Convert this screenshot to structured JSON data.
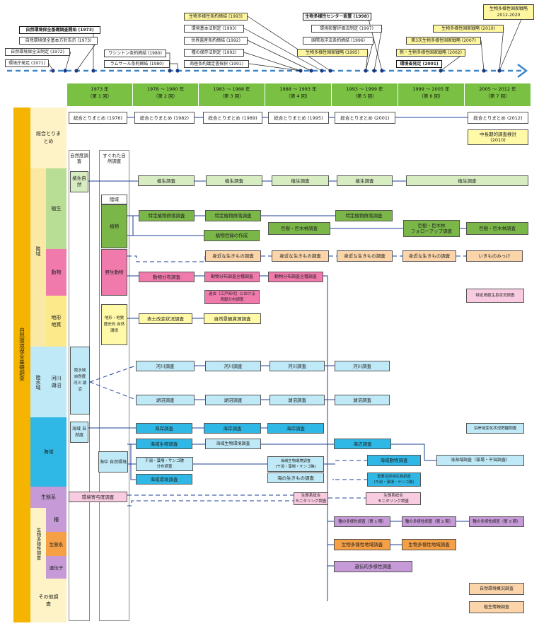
{
  "timeline_events": [
    {
      "id": "e1",
      "label": "環境庁発足 (1971)",
      "bold": false,
      "yellow": false
    },
    {
      "id": "e2",
      "label": "自然環境保全法制定 (1972)",
      "bold": false,
      "yellow": false
    },
    {
      "id": "e3",
      "label": "自然環境保全基本方針告示 (1973)",
      "bold": false,
      "yellow": false
    },
    {
      "id": "e4",
      "label": "自然環境保全基礎調査開始 (1973)",
      "bold": true,
      "yellow": false
    },
    {
      "id": "e5",
      "label": "ワシントン条約締結 (1980)",
      "bold": false,
      "yellow": false
    },
    {
      "id": "e6",
      "label": "ラムサール条約締結 (1980)",
      "bold": false,
      "yellow": false
    },
    {
      "id": "e7",
      "label": "生物多様性条約締結 (1993)",
      "bold": false,
      "yellow": true
    },
    {
      "id": "e8",
      "label": "環境基本法制定 (1993)",
      "bold": false,
      "yellow": false
    },
    {
      "id": "e9",
      "label": "世界遺産条約締結 (1992)",
      "bold": false,
      "yellow": false
    },
    {
      "id": "e10",
      "label": "種の保存法制定 (1992)",
      "bold": false,
      "yellow": false
    },
    {
      "id": "e11",
      "label": "南極条約議定書採択 (1991)",
      "bold": false,
      "yellow": false
    },
    {
      "id": "e12",
      "label": "生物多様性センター設置 (1998)",
      "bold": true,
      "yellow": false
    },
    {
      "id": "e13",
      "label": "環境影響評価法制定 (1997)",
      "bold": false,
      "yellow": false
    },
    {
      "id": "e14",
      "label": "国際海洋法条約締結 (1996)",
      "bold": false,
      "yellow": false
    },
    {
      "id": "e15",
      "label": "生物多様性国家戦略 (1995)",
      "bold": false,
      "yellow": true
    },
    {
      "id": "e16",
      "label": "第3次生物多様性国家戦略 (2007)",
      "bold": false,
      "yellow": true
    },
    {
      "id": "e17",
      "label": "新・生物多様性国家戦略 (2002)",
      "bold": false,
      "yellow": true
    },
    {
      "id": "e18",
      "label": "環境省発足 (2001)",
      "bold": true,
      "yellow": false
    },
    {
      "id": "e19",
      "label": "生物多様性国家戦略 (2010)",
      "bold": false,
      "yellow": true
    },
    {
      "id": "e20",
      "label": "生物多様性国家戦略\n2012-2020",
      "bold": false,
      "yellow": true
    }
  ],
  "periods": [
    {
      "years": "1973 年",
      "round": "（第 1 回）"
    },
    {
      "years": "1978 ～ 1980 年",
      "round": "（第 2 回）"
    },
    {
      "years": "1983 ～ 1988 年",
      "round": "（第 3 回）"
    },
    {
      "years": "1988 ～ 1993 年",
      "round": "（第 4 回）"
    },
    {
      "years": "1993 ～ 1999 年",
      "round": "（第 5 回）"
    },
    {
      "years": "1999 ～ 2005 年",
      "round": "（第 6 回）"
    },
    {
      "years": "2005 ～ 2012 年",
      "round": "（第 7 回）"
    }
  ],
  "left": {
    "main": "自然環境保全基礎調査",
    "summary": "総合とりまとめ",
    "land": "陸域",
    "flora": "植生",
    "fauna": "動物",
    "terrain": "地形地質",
    "inland_water": "陸水域",
    "rivers": "河川湖沼",
    "sea": "海域",
    "ecosystem": "生態系",
    "biodiversity": "生物多様性調査",
    "species": "種",
    "eco2": "生態系",
    "gene": "遺伝子",
    "other": "その他調査"
  },
  "first_round": {
    "col1_title": "自然度調査",
    "col2_title": "すぐれた自然調査",
    "vegetation_naturalness": "植生自然",
    "phyto": "陸域",
    "plants": "植物",
    "wildlife": "野生動物",
    "terrain_items": "地形・地質 歴史的 自然環境",
    "river_naturalness": "陸水域 自然度 河川 湖沼",
    "sea_naturalness": "海域 自然度",
    "sea_env": "海中 自然環境"
  },
  "boxes": {
    "summary1976": "総合とりまとめ (1976)",
    "summary1982": "総合とりまとめ (1982)",
    "summary1989": "総合とりまとめ (1989)",
    "summary1995": "総合とりまとめ (1995)",
    "summary2001": "総合とりまとめ (2001)",
    "summary2012": "総合とりまとめ (2012)",
    "midterm": "中長期的調査検討\n(2010)",
    "veg": "植生調査",
    "specific_plant": "特定植物群落調査",
    "plant_catalog": "植物目録の作成",
    "big_trees": "巨樹・巨木林調査",
    "big_trees_followup": "巨樹・巨木林\nフォローアップ調査",
    "familiar": "身近な生きもの調査",
    "ikimono": "いきものみっけ",
    "animal_dist": "動物分布調査",
    "animal_dist_all": "動物分布調査全種調査",
    "past_dist": "過去（江戸時代）における\n鳥獣分布調査",
    "specific_birds": "特定鳥獣生息状況調査",
    "topsoil": "表土改変状況調査",
    "landscape": "自然景観資源調査",
    "river": "河川調査",
    "lake": "湖沼調査",
    "coast": "海岸調査",
    "coast_change": "沿岸域変化状況把握調査",
    "sea_bio": "海域生物調査",
    "sea_bio_env": "海域生物環境調査",
    "tidal": "干潟・藻場・サンゴ礁\n分布調査",
    "sea_env": "海域環境調査",
    "sea_bio_env2": "海域生物環境調査\n(干潟・藻場・サンゴ礁)",
    "sea_life": "海の生きもの調査",
    "shore": "海辺調査",
    "sea_animals": "海域動物調査",
    "important_coast": "重要沿岸域生物調査\n(干潟・藻場・サンゴ礁)",
    "shallow": "浅海域調査（藻場・干潟調査）",
    "env_watch": "環境寄与度調査",
    "eco_monitor1": "生態系総合\nモニタリング調査",
    "eco_monitor2": "生態系総合\nモニタリング調査",
    "species1": "種の多様性調査（第 1 期）",
    "species2": "種の多様性調査（第 2 期）",
    "species3": "種の多様性調査（第 3 期）",
    "bio_region1": "生物多様性地域調査",
    "bio_region2": "生物多様性地域調査",
    "genetic": "遺伝的多様性調査",
    "nat_env_info": "自然環境概況調査",
    "survey_info": "植生情報調査"
  },
  "colors": {
    "header_green": "#7ac143",
    "land_pink": "#f07aac",
    "sea_blue": "#2fb8e6",
    "timeline_blue": "#3a86c8",
    "side_orange": "#f5b400"
  }
}
